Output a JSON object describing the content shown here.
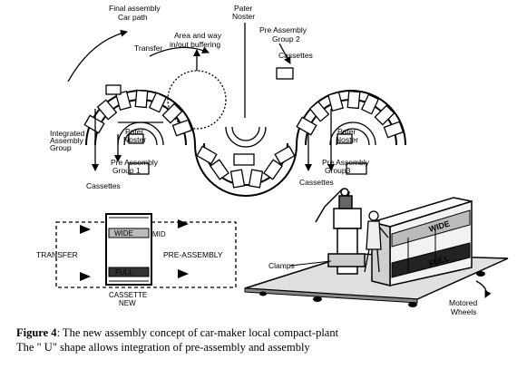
{
  "labels": {
    "final_assembly": "Final assembly",
    "car_path": "Car path",
    "transfer_top": "Transfer",
    "area_buffer_1": "Area and way",
    "area_buffer_2": "in/out buffering",
    "pater_top_1": "Pater",
    "pater_top_2": "Noster",
    "pre_assembly_g2_1": "Pre Assembly",
    "pre_assembly_g2_2": "Group 2",
    "cassettes_top": "Cassettes",
    "integrated_1": "Integrated",
    "integrated_2": "Assembly",
    "integrated_3": "Group",
    "pater_left_1": "Pater",
    "pater_left_2": "Noster",
    "pre_assembly_g1_1": "Pre Assembly",
    "pre_assembly_g1_2": "Group 1",
    "cassettes_left": "Cassettes",
    "pater_right_1": "Pater",
    "pater_right_2": "Noster",
    "pre_assembly_g3_1": "Pre Assembly",
    "pre_assembly_g3_2": "Group3",
    "cassettes_right": "Cassettes",
    "wide": "WIDE",
    "mid": "MID",
    "transfer_box": "TRANSFER",
    "pre_assembly_box": "PRE-ASSEMBLY",
    "full": "FULL",
    "cassette": "CASSETTE",
    "new": "NEW",
    "clamps": "Clamps",
    "wide_3d": "WIDE",
    "full_3d": "FULL",
    "motored": "Motored",
    "wheels": "Wheels"
  },
  "caption": {
    "figure_label": "Figure 4",
    "line1_rest": ": The new assembly concept of car-maker local compact-plant",
    "line2": "The \" U\" shape allows integration of pre-assembly and assembly"
  }
}
